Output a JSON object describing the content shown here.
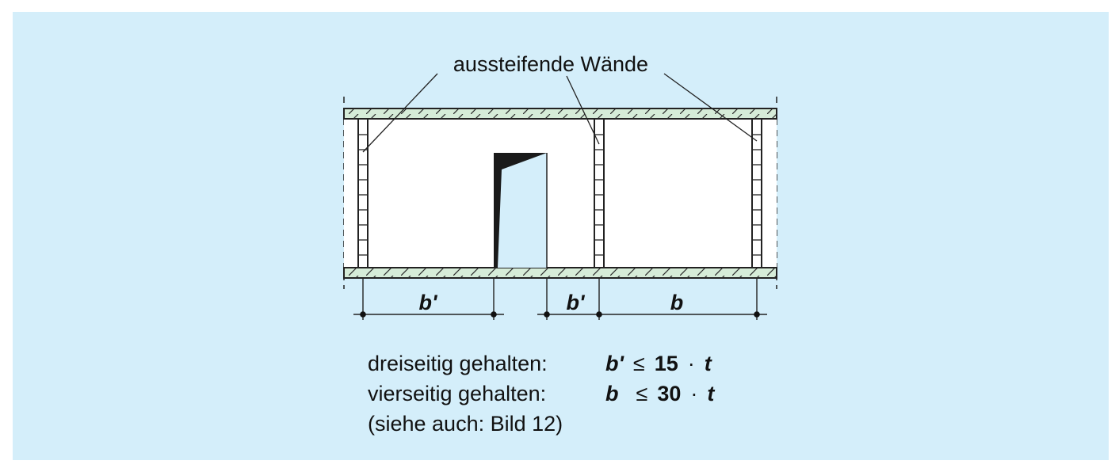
{
  "diagram": {
    "callout_label": "aussteifende Wände",
    "dimensions": {
      "left_span": "b'",
      "middle_span": "b'",
      "right_span": "b"
    }
  },
  "caption": {
    "line1": {
      "label": "dreiseitig gehalten:",
      "symbol": "b'",
      "operator": "≤",
      "value": "15",
      "dot": "·",
      "variable": "t"
    },
    "line2": {
      "label": "vierseitig gehalten:",
      "symbol": "b",
      "operator": "≤",
      "value": "30",
      "dot": "·",
      "variable": "t"
    },
    "line3": {
      "text": "(siehe auch: Bild 12)"
    }
  },
  "colors": {
    "background": "#d4eefa",
    "slab_fill": "#d6ecd8",
    "interior": "#ffffff",
    "door_leaf": "#1a1a1a"
  }
}
